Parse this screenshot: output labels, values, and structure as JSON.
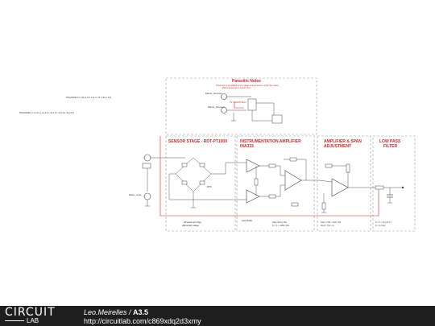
{
  "sections": {
    "parasitic_title": "Parasitic Noise",
    "parasitic_note": "These are to be added to any stage of the circuit to verify the output",
    "parasitic_note2": "(Not Functional on Import Yet)",
    "sensor_title": "SENSOR STAGE - RDT-PT1000",
    "inamp_title1": "INSTRUMENTATION AMPLIFIER",
    "inamp_title2": "INA333",
    "amp_title1": "AMPLIFIER & SPAN",
    "amp_title2": "ADJUSTMENT",
    "lpf_title1": "LOW PASS",
    "lpf_title2": "FILTER"
  },
  "labels": {
    "mains_src": "Mains_Source1",
    "mains_src2": "Mains_Source2",
    "mains_noise": "Mains_noise",
    "pwl1": "PWL(NONE 0.5, 0.5e-3, 0.5, 1.5e-3, 0.5, 2.5e-3, 0.5)",
    "pwl2": "PWL(NONE 0.1, 1e-3 0.1, 2e-3 0.1, 3e-3 0.1, 4e-3 0.1, 5e-3 0.1)",
    "vsim": "V1: 120V(0.5Hz)",
    "r_pt": "RTD",
    "wheatstone1": "Wheatstone bridge",
    "wheatstone2": "differential voltage",
    "input_buffer": "Input Buffer",
    "gain_eq": "Gain set by RG",
    "gain_eq2": "G = 1 + 100k / RG",
    "span_eq": "Gain = (R1 + R2) / R1",
    "span_eq2": "Vout = Vin x G",
    "lpf_eq": "fc = 1 / (2 pi R C)",
    "lpf_eq2": "fc = 1.6 Hz"
  },
  "footer": {
    "logo_top": "CIRCUIT",
    "logo_bottom": "LAB",
    "author": "Leo.Meirelles",
    "separator": " / ",
    "project": "A3.5",
    "url": "http://circuitlab.com/c869xdq2d3xmy"
  },
  "colors": {
    "wire": "#555555",
    "red_wire": "#e02020",
    "heading": "#e02020",
    "box": "#888888",
    "footer_bg": "#1e1e1e"
  }
}
